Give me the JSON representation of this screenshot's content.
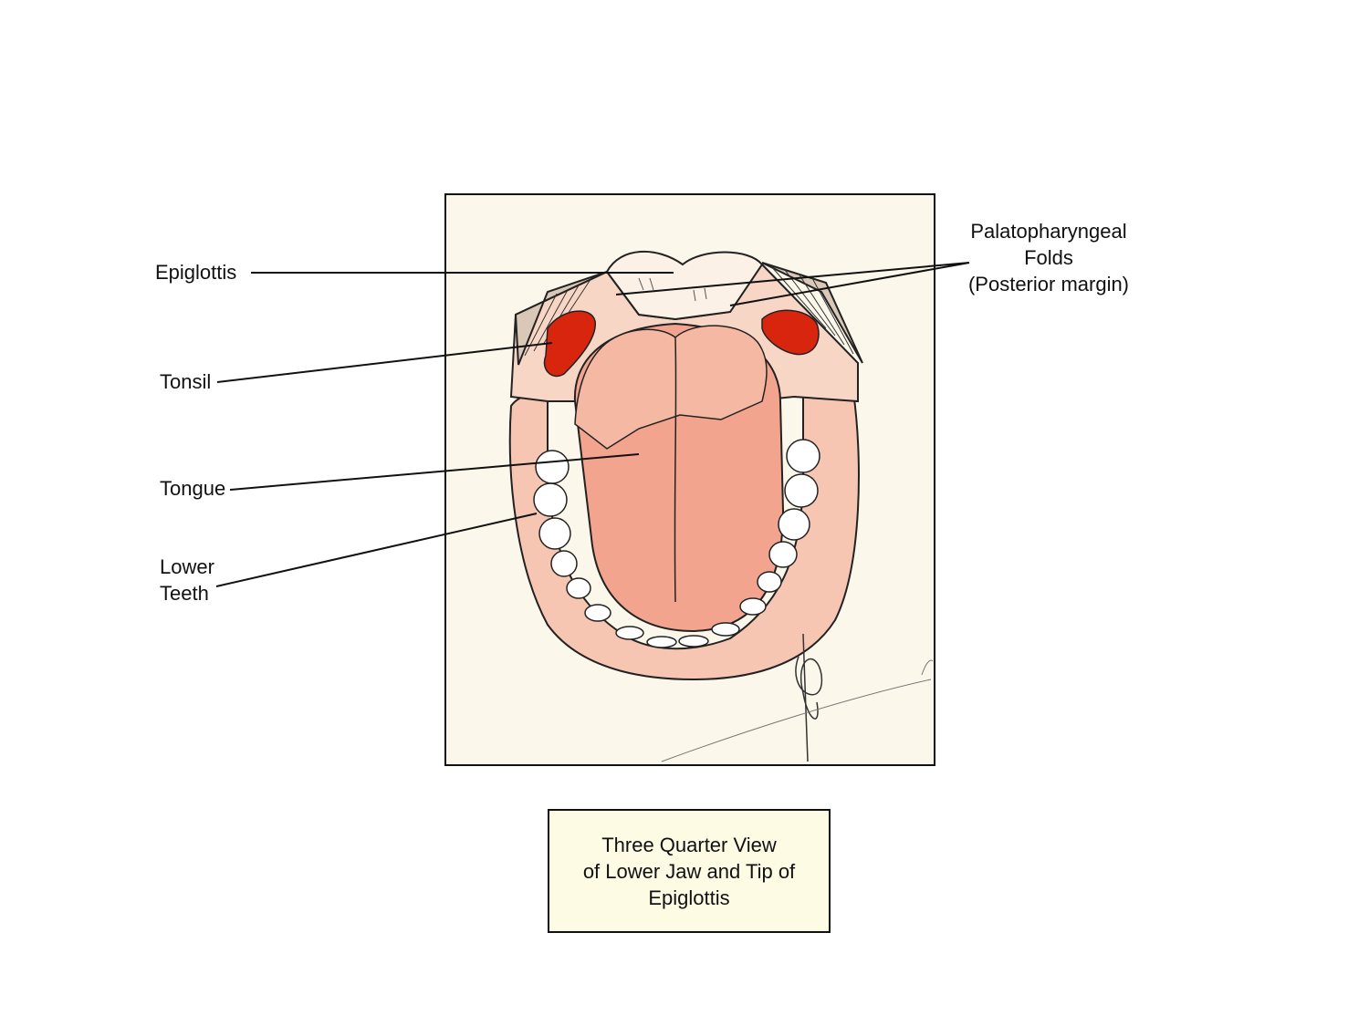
{
  "labels": {
    "epiglottis": "Epiglottis",
    "tonsil": "Tonsil",
    "tongue": "Tongue",
    "lower_teeth": [
      "Lower",
      "Teeth"
    ],
    "palatopharyngeal": [
      "Palatopharyngeal",
      "Folds",
      "(Posterior margin)"
    ]
  },
  "caption": [
    "Three Quarter View",
    "of Lower Jaw and Tip of",
    "Epiglottis"
  ],
  "colors": {
    "paper": "#fbf7ea",
    "tongue": "#f2a48f",
    "tissue": "#f6c6b3",
    "tonsil": "#d8260e",
    "caption_bg": "#fdfbe4",
    "ink": "#111111"
  }
}
